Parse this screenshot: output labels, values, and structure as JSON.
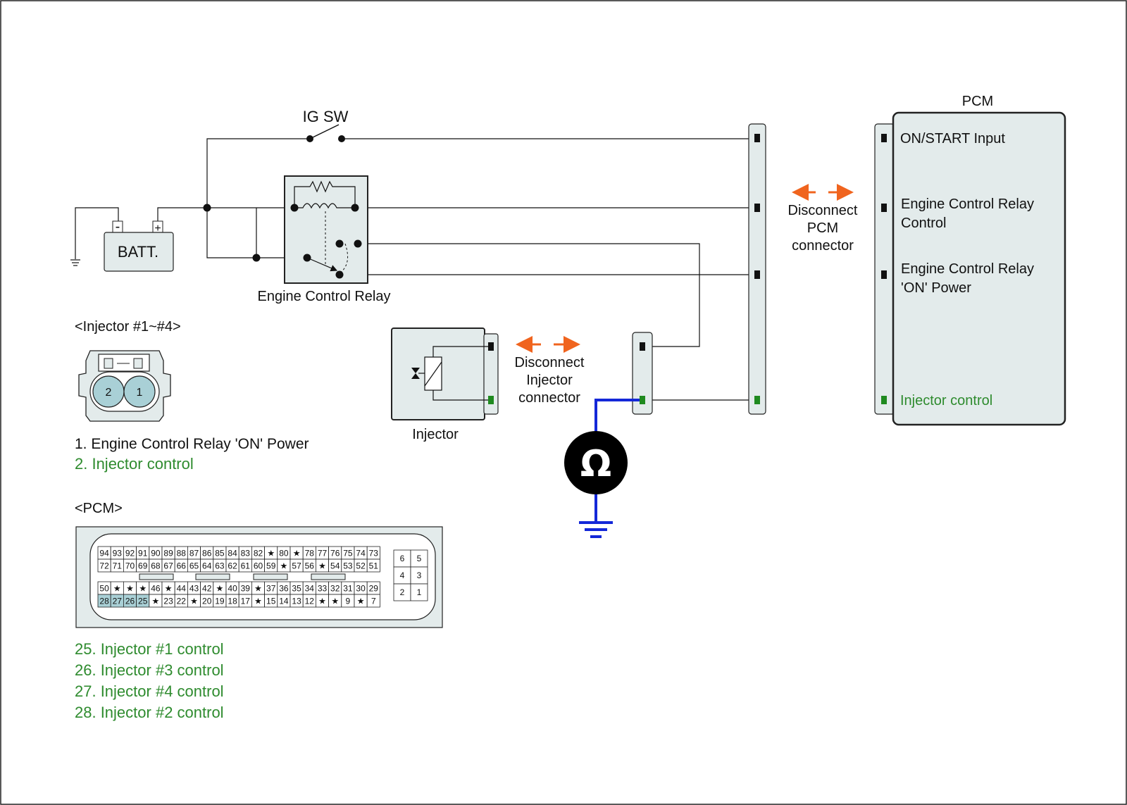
{
  "colors": {
    "box_fill": "#e3ebeb",
    "green_text": "#2e8b2e",
    "green_pin": "#1f8a1f",
    "meter_lead": "#1428d8",
    "arrow_orange": "#f0641e",
    "pin_highlight": "#a9d0d6"
  },
  "circuit": {
    "ig_sw": "IG SW",
    "batt": "BATT.",
    "batt_minus": "-",
    "batt_plus": "+",
    "relay": "Engine Control Relay",
    "injector": "Injector",
    "ohmmeter_icon": "ohmmeter-icon",
    "ground_icon": "ground-icon"
  },
  "pcm": {
    "title": "PCM",
    "pins": [
      "ON/START Input",
      "Engine Control Relay",
      "Control",
      "Engine Control Relay",
      "'ON' Power",
      "Injector control"
    ]
  },
  "notes": {
    "pcm_disconnect": [
      "Disconnect",
      "PCM",
      "connector"
    ],
    "injector_disconnect": [
      "Disconnect",
      "Injector",
      "connector"
    ]
  },
  "injector_connector": {
    "title": "<Injector #1~#4>",
    "pin_numbers": [
      "2",
      "1"
    ],
    "legend": [
      "1. Engine Control Relay 'ON' Power",
      "2. Injector control"
    ]
  },
  "pcm_connector": {
    "title": "<PCM>",
    "rows": [
      [
        "94",
        "93",
        "92",
        "91",
        "90",
        "89",
        "88",
        "87",
        "86",
        "85",
        "84",
        "83",
        "82",
        "★",
        "80",
        "★",
        "78",
        "77",
        "76",
        "75",
        "74",
        "73"
      ],
      [
        "72",
        "71",
        "70",
        "69",
        "68",
        "67",
        "66",
        "65",
        "64",
        "63",
        "62",
        "61",
        "60",
        "59",
        "★",
        "57",
        "56",
        "★",
        "54",
        "53",
        "52",
        "51"
      ],
      [
        "50",
        "★",
        "★",
        "★",
        "46",
        "★",
        "44",
        "43",
        "42",
        "★",
        "40",
        "39",
        "★",
        "37",
        "36",
        "35",
        "34",
        "33",
        "32",
        "31",
        "30",
        "29"
      ],
      [
        "28",
        "27",
        "26",
        "25",
        "★",
        "23",
        "22",
        "★",
        "20",
        "19",
        "18",
        "17",
        "★",
        "15",
        "14",
        "13",
        "12",
        "★",
        "★",
        "9",
        "★",
        "7"
      ]
    ],
    "side_rows": [
      [
        "6",
        "5"
      ],
      [
        "4",
        "3"
      ],
      [
        "2",
        "1"
      ]
    ],
    "legend": [
      "25. Injector #1 control",
      "26. Injector #3 control",
      "27. Injector #4 control",
      "28. Injector #2 control"
    ]
  }
}
